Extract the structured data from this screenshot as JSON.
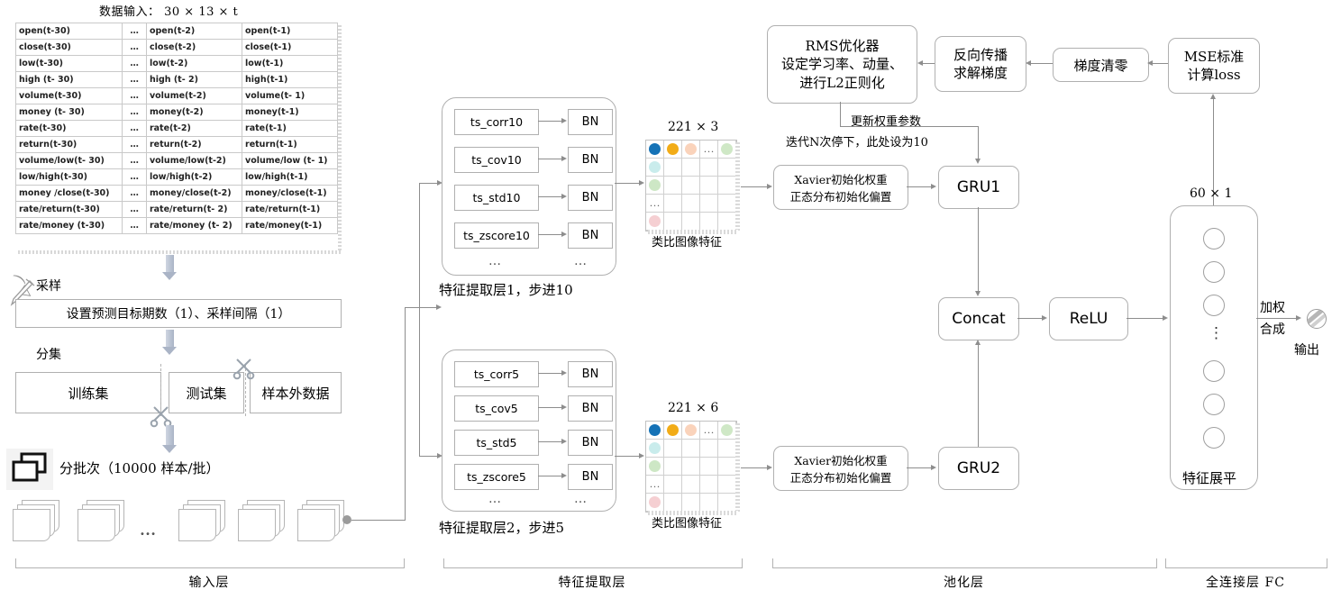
{
  "header": {
    "data_input_title": "数据输入： 30 × 13 × t"
  },
  "input_table": {
    "rows": [
      [
        "open(t-30)",
        "…",
        "open(t-2)",
        "open(t-1)"
      ],
      [
        "close(t-30)",
        "…",
        "close(t-2)",
        "close(t-1)"
      ],
      [
        "low(t-30)",
        "…",
        "low(t-2)",
        "low(t-1)"
      ],
      [
        "high (t- 30)",
        "…",
        "high (t- 2)",
        "high(t-1)"
      ],
      [
        "volume(t-30)",
        "…",
        "volume(t-2)",
        "volume(t- 1)"
      ],
      [
        "money (t- 30)",
        "…",
        "money(t-2)",
        "money(t-1)"
      ],
      [
        "rate(t-30)",
        "…",
        "rate(t-2)",
        "rate(t-1)"
      ],
      [
        "return(t-30)",
        "…",
        "return(t-2)",
        "return(t-1)"
      ],
      [
        "volume/low(t- 30)",
        "…",
        "volume/low(t-2)",
        "volume/low (t- 1)"
      ],
      [
        "low/high(t-30)",
        "…",
        "low/high(t-2)",
        "low/high(t-1)"
      ],
      [
        "money /close(t-30)",
        "…",
        "money/close(t-2)",
        "money/close(t-1)"
      ],
      [
        "rate/return(t-30)",
        "…",
        "rate/return(t- 2)",
        "rate/return(t-1)"
      ],
      [
        "rate/money (t-30)",
        "…",
        "rate/money (t- 2)",
        "rate/money(t-1)"
      ]
    ]
  },
  "input_layer": {
    "sampling_label": "采样",
    "sampling_box": "设置预测目标期数（1）、采样间隔（1）",
    "split_label": "分集",
    "train_set": "训练集",
    "test_set": "测试集",
    "out_of_sample": "样本外数据",
    "batch_label": "分批次（10000 样本/批）",
    "batch_ellipsis": "…",
    "bracket_label": "输入层"
  },
  "feature_layer": {
    "block1": {
      "ops": [
        "ts_corr10",
        "ts_cov10",
        "ts_std10",
        "ts_zscore10"
      ],
      "bn_label": "BN",
      "ellipsis": "…",
      "caption": "特征提取层1，步进10",
      "fmap_size": "221 × 3",
      "fmap_caption": "类比图像特征"
    },
    "block2": {
      "ops": [
        "ts_corr5",
        "ts_cov5",
        "ts_std5",
        "ts_zscore5"
      ],
      "bn_label": "BN",
      "ellipsis": "…",
      "caption": "特征提取层2，步进5",
      "fmap_size": "221 × 6",
      "fmap_caption": "类比图像特征"
    },
    "bracket_label": "特征提取层",
    "fmap_colors": {
      "blue": "#1572b6",
      "yellow": "#f2ac17",
      "peach": "#fad3bb",
      "green": "#cfe8c6",
      "cyan": "#c9ecec",
      "green2": "#cde7c5",
      "pink": "#f5cfd2"
    }
  },
  "pooling_layer": {
    "init1": "Xavier初始化权重\n正态分布初始化偏置",
    "init1_line1": "Xavier初始化权重",
    "init1_line2": "正态分布初始化偏置",
    "gru1": "GRU1",
    "gru2": "GRU2",
    "concat": "Concat",
    "relu": "ReLU",
    "bracket_label": "池化层"
  },
  "optimizer": {
    "rms_line1": "RMS优化器",
    "rms_line2": "设定学习率、动量、",
    "rms_line3": "进行L2正则化",
    "backprop_line1": "反向传播",
    "backprop_line2": "求解梯度",
    "zero_grad": "梯度清零",
    "mse_line1": "MSE标准",
    "mse_line2": "计算loss",
    "update_label": "更新权重参数",
    "iter_label": "迭代N次停下，此处设为10"
  },
  "fc_layer": {
    "size_label": "60 × 1",
    "flatten_caption": "特征展平",
    "neuron_ellipsis": "⋮",
    "weighted_line1": "加权",
    "weighted_line2": "合成",
    "output_label": "输出",
    "bracket_label": "全连接层 FC"
  }
}
